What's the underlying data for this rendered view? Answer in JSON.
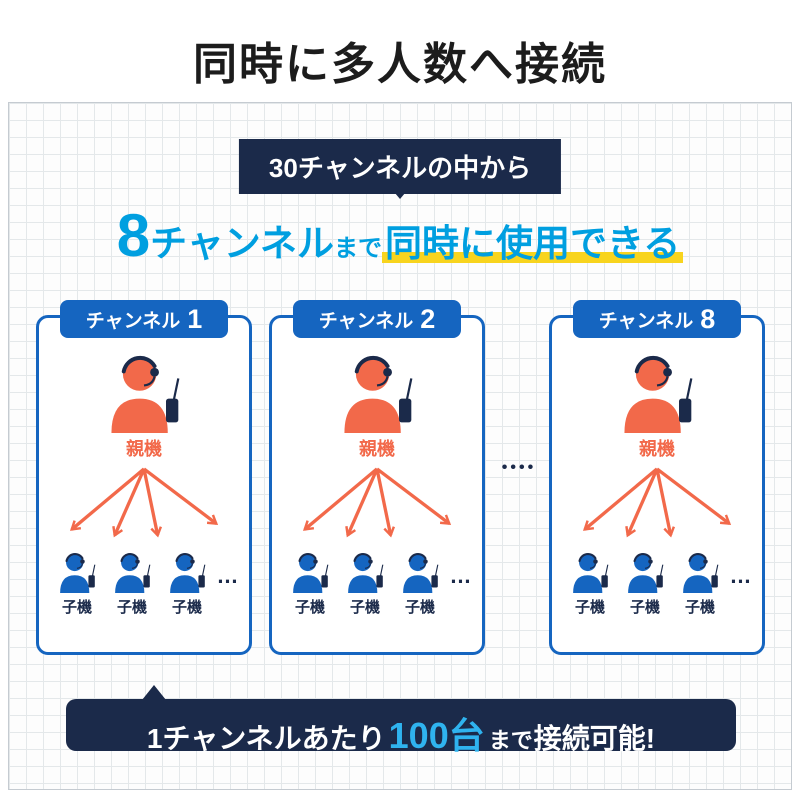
{
  "page": {
    "title": "同時に多人数へ接続"
  },
  "diagram": {
    "badge": "30チャンネルの中から",
    "headline": {
      "number": "8",
      "unit": "チャンネル",
      "upto": "まで",
      "highlighted": "同時に使用できる"
    },
    "cards": [
      {
        "label": "チャンネル",
        "number": "1",
        "parent": "親機",
        "children": [
          "子機",
          "子機",
          "子機"
        ],
        "more": "…"
      },
      {
        "label": "チャンネル",
        "number": "2",
        "parent": "親機",
        "children": [
          "子機",
          "子機",
          "子機"
        ],
        "more": "…"
      },
      {
        "label": "チャンネル",
        "number": "8",
        "parent": "親機",
        "children": [
          "子機",
          "子機",
          "子機"
        ],
        "more": "…"
      }
    ],
    "ellipsis_between_cards": "••••",
    "banner": {
      "prefix": "1チャンネルあたり",
      "number": "100台",
      "upto": "まで",
      "suffix": "接続可能!"
    }
  },
  "colors": {
    "accent_blue": "#009fe0",
    "card_blue": "#1565c0",
    "navy": "#1b2a4a",
    "orange": "#f2694a",
    "highlight_yellow": "#f8d41e",
    "banner_number_cyan": "#2fb3ef"
  }
}
